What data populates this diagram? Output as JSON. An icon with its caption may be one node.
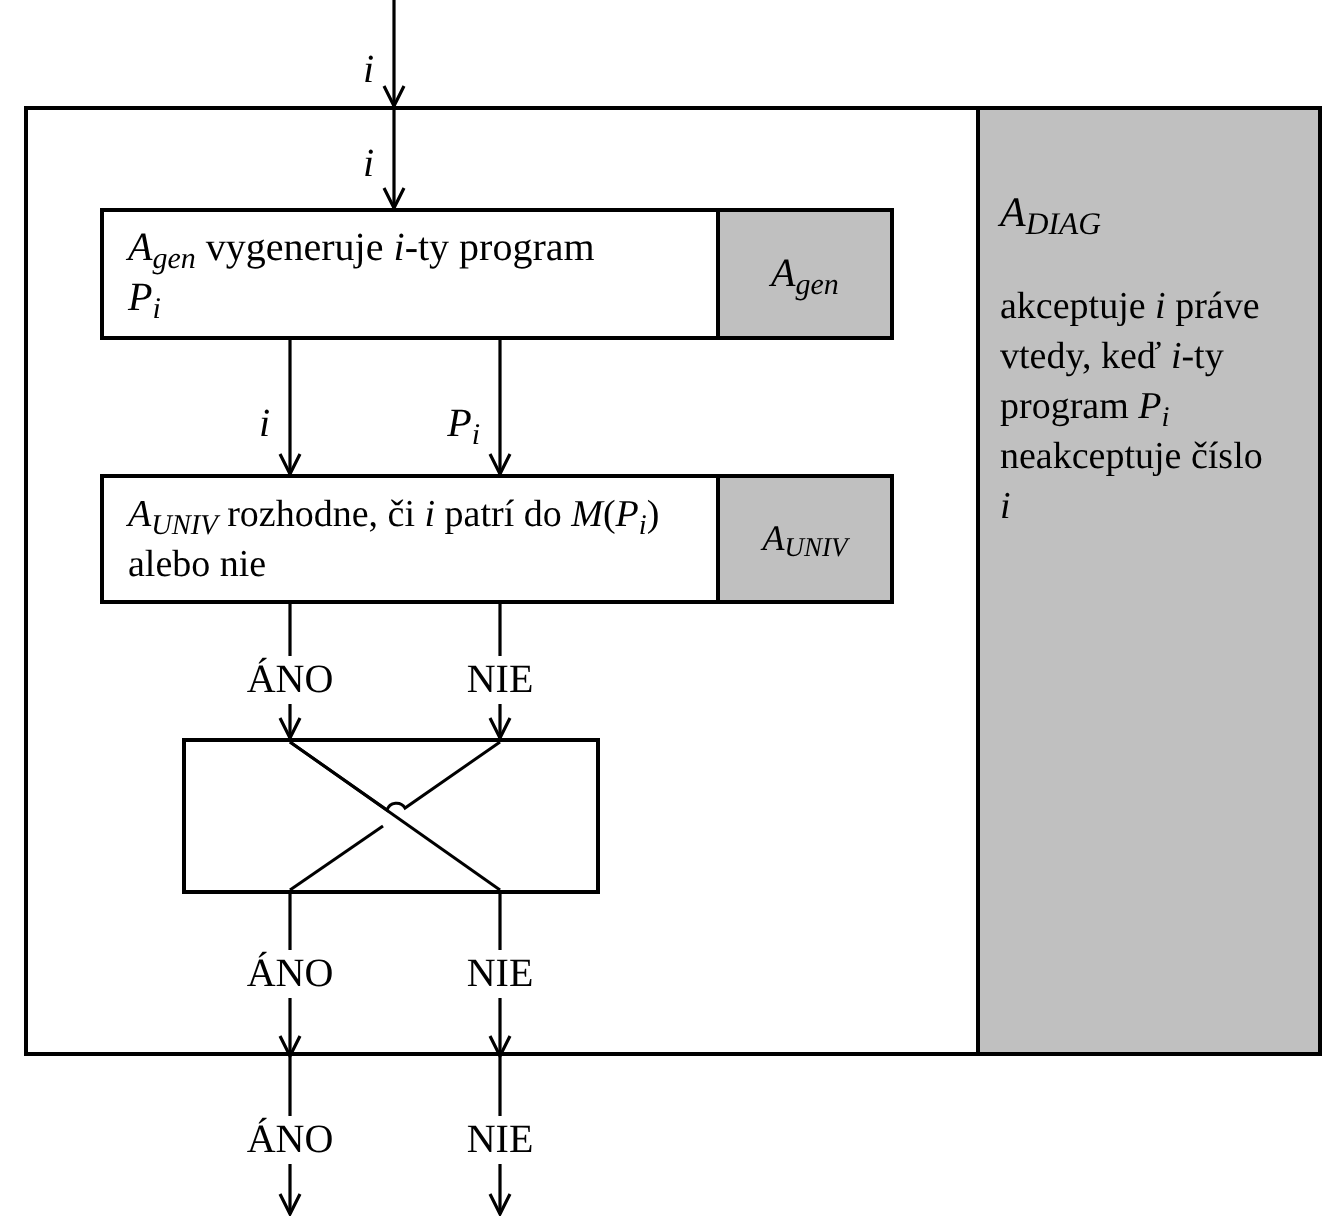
{
  "diagram": {
    "nodes": [
      {
        "text": [],
        "shape": "box"
      },
      {
        "text": [
          "*A*$_{DIAG}$",
          "akceptuje *i* práve vtedy, keď *i*-ty program *P*$_{i}$ neakceptuje číslo *i*"
        ],
        "in": 0
      },
      {
        "text": [
          "*A*$_{gen}$ vygeneruje *i*-ty program *P*$_{i}$"
        ],
        "in": 0
      },
      {
        "text": [
          "*A*$_{gen}$"
        ],
        "in": 2
      },
      {
        "text": [
          "*A*$_{UNIV}$ rozhodne, či *i* patrí do *M*(*P*$_{i}$) alebo nie"
        ],
        "in": 0
      },
      {
        "text": [
          "*A*$_{UNIV}$"
        ],
        "in": 4
      },
      {
        "text": [],
        "shape": "box",
        "in": 0
      }
    ],
    "edges": [
      {
        "from": null,
        "to": 0,
        "arrow": "to",
        "label": "*i*"
      },
      {
        "from": 0,
        "to": 2,
        "arrow": "to",
        "label": "*i*"
      },
      {
        "from": 2,
        "to": 4,
        "arrow": "to",
        "label": "*i*"
      },
      {
        "from": 2,
        "to": 4,
        "arrow": "to",
        "label": "*P*$_{i}$"
      },
      {
        "from": 4,
        "to": 6,
        "arrow": "to",
        "label": "ÁNO"
      },
      {
        "from": 4,
        "to": 6,
        "arrow": "to",
        "label": "NIE"
      },
      {
        "from": 6,
        "to": 0,
        "arrow": "to",
        "label": "ÁNO"
      },
      {
        "from": 6,
        "to": 0,
        "arrow": "to",
        "label": "NIE"
      },
      {
        "from": 0,
        "to": null,
        "arrow": "to",
        "label": "ÁNO"
      },
      {
        "from": 0,
        "to": null,
        "arrow": "to",
        "label": "NIE"
      }
    ]
  }
}
